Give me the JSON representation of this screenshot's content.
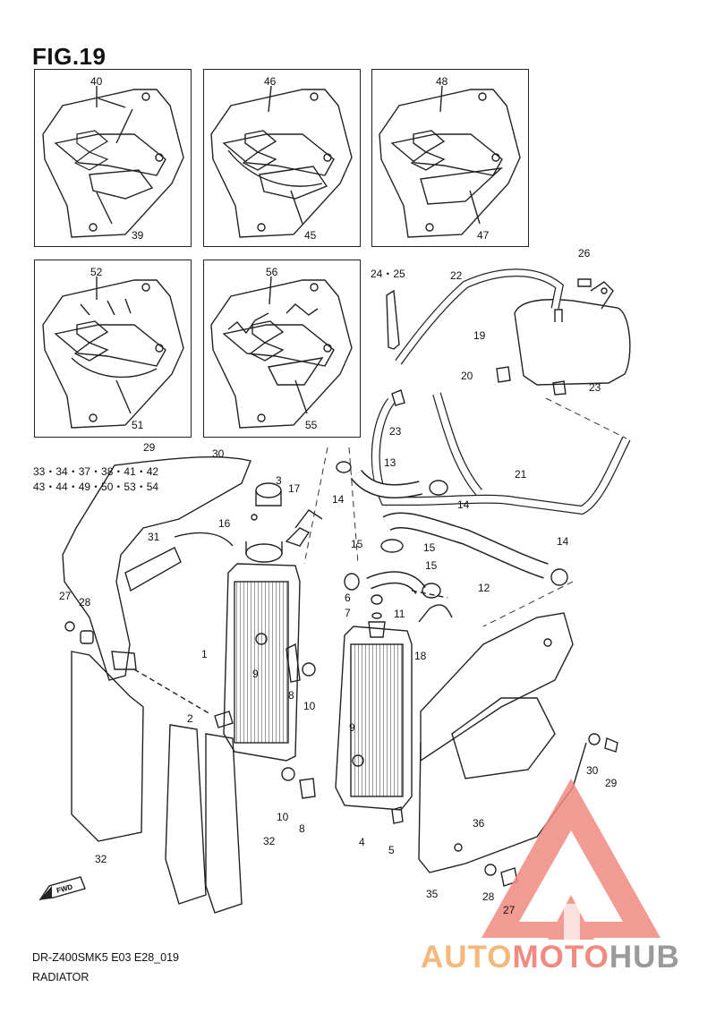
{
  "figure": {
    "title": "FIG.19"
  },
  "footer": {
    "model_code": "DR-Z400SMK5 E03 E28_019",
    "section_name": "RADIATOR"
  },
  "brand": {
    "part1": "AUTO",
    "part2": "MOTO",
    "part3": "HUB",
    "colors": {
      "auto": "#f5b87c",
      "moto": "#f28a7f",
      "hub": "#9a9a9a",
      "triangle": "#f08a80"
    }
  },
  "panels": [
    {
      "id": "panel-1",
      "top_label": "40",
      "bottom_label": "39"
    },
    {
      "id": "panel-2",
      "top_label": "46",
      "bottom_label": "45"
    },
    {
      "id": "panel-3",
      "top_label": "48",
      "bottom_label": "47"
    },
    {
      "id": "panel-4",
      "top_label": "52",
      "bottom_label": "51"
    },
    {
      "id": "panel-5",
      "top_label": "56",
      "bottom_label": "55"
    }
  ],
  "callouts": {
    "c26": "26",
    "c24_25": "24・25",
    "c22": "22",
    "c19": "19",
    "c20": "20",
    "c23a": "23",
    "c23b": "23",
    "c29a": "29",
    "c30a": "30",
    "group1": "33・34・37・38・41・42",
    "group2": "43・44・49・50・53・54",
    "c3": "3",
    "c17": "17",
    "c16": "16",
    "c31": "31",
    "c14a": "14",
    "c13": "13",
    "c14b": "14",
    "c21": "21",
    "c15a": "15",
    "c15b": "15",
    "c15c": "15",
    "c14c": "14",
    "c12": "12",
    "c6": "6",
    "c7": "7",
    "c11": "11",
    "c18": "18",
    "c27a": "27",
    "c28a": "28",
    "c1": "1",
    "c9a": "9",
    "c8a": "8",
    "c10a": "10",
    "c2": "2",
    "c9b": "9",
    "c30b": "30",
    "c29b": "29",
    "c36": "36",
    "c10b": "10",
    "c8b": "8",
    "c4": "4",
    "c5": "5",
    "c32a": "32",
    "c32b": "32",
    "c35": "35",
    "c28b": "28",
    "c27b": "27"
  }
}
